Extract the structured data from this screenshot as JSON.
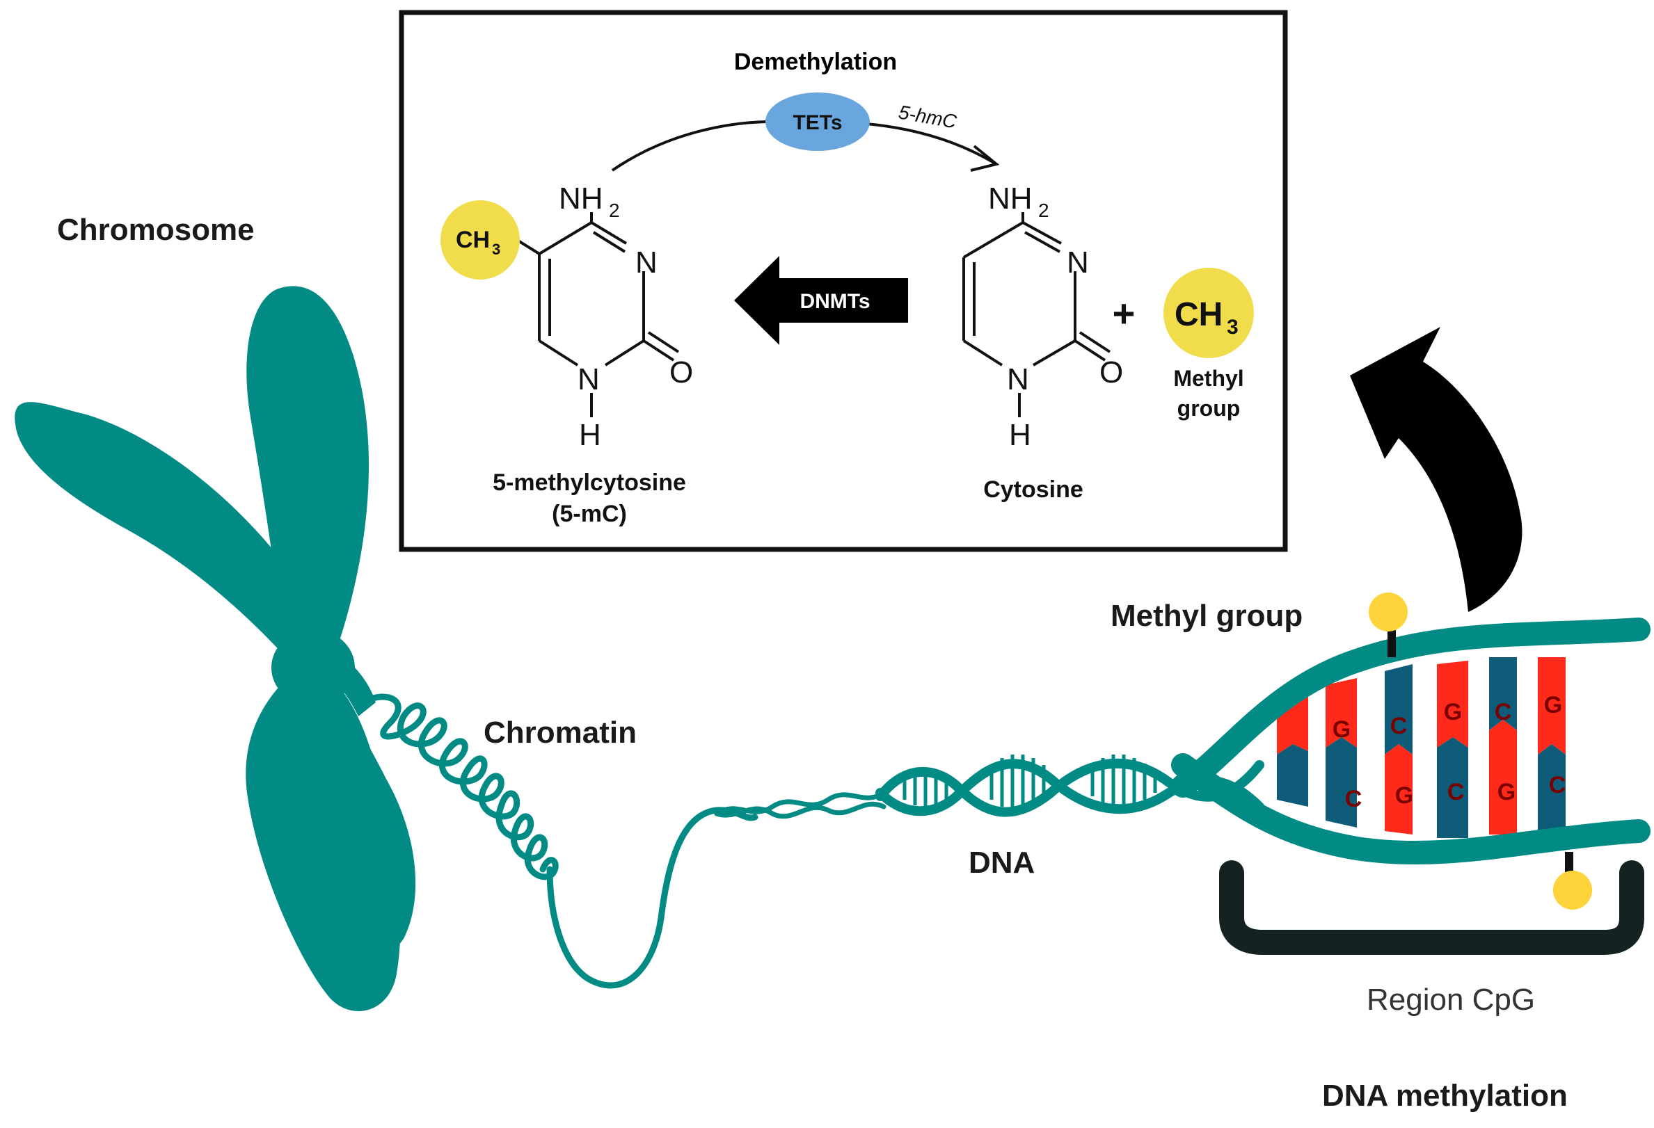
{
  "labels": {
    "chromosome": "Chromosome",
    "chromatin": "Chromatin",
    "dna": "DNA",
    "methyl_group": "Methyl group",
    "region_cpg": "Region CpG",
    "dna_methylation": "DNA methylation"
  },
  "inset": {
    "demethylation": "Demethylation",
    "tets": "TETs",
    "hmc": "5-hmC",
    "dnmts": "DNMTs",
    "plus": "+",
    "methylcytosine_name": "5-methylcytosine",
    "methylcytosine_abbr": "(5-mC)",
    "cytosine_name": "Cytosine",
    "methyl_group_line1": "Methyl",
    "methyl_group_line2": "group",
    "ch3_left": "CH",
    "ch3_right": "CH",
    "ch3_sub": "3",
    "nh2": "NH",
    "nh2_sub": "2",
    "atom_n": "N",
    "atom_o": "O",
    "atom_h": "H"
  },
  "base_pairs": {
    "top": [
      "G",
      "C",
      "G",
      "C",
      "G"
    ],
    "bottom": [
      "C",
      "G",
      "C",
      "G",
      "C"
    ]
  },
  "colors": {
    "teal": "#028a84",
    "red": "#ff2a1a",
    "blue": "#0e5c7a",
    "yellow": "#f1dc4c",
    "methyl_yellow": "#ffd43b",
    "tets_blue": "#6aa6de",
    "dark": "#0f1a1a"
  }
}
